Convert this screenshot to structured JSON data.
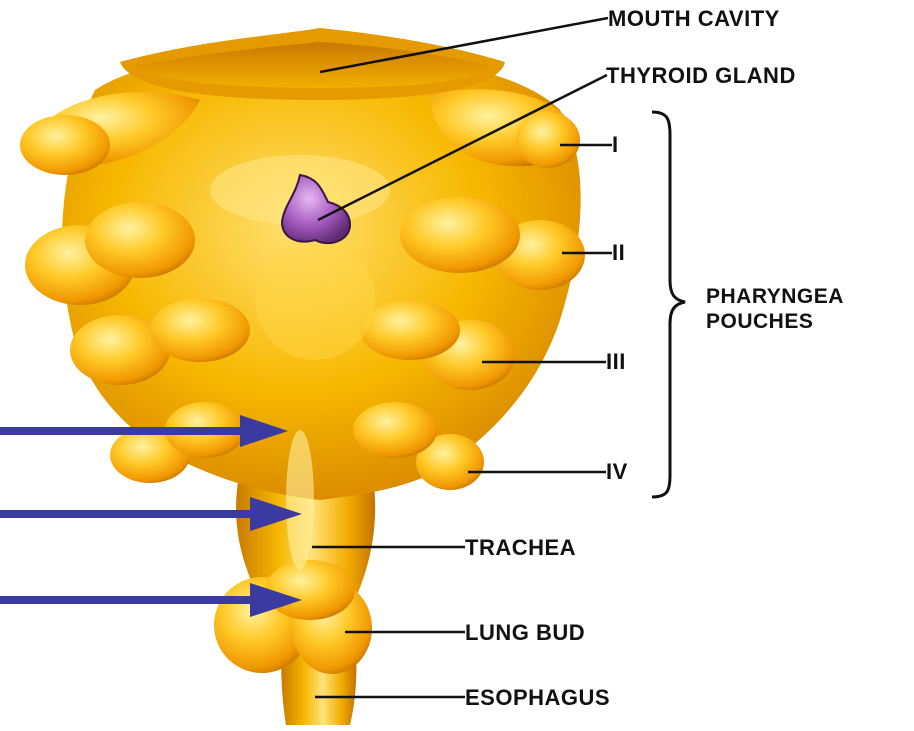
{
  "labels": {
    "mouth_cavity": "MOUTH CAVITY",
    "thyroid_gland": "THYROID GLAND",
    "pouch_1": "I",
    "pouch_2": "II",
    "pouch_3": "III",
    "pouch_4": "IV",
    "pharyngeal_pouches_line1": "PHARYNGEA",
    "pharyngeal_pouches_line2": "POUCHES",
    "trachea": "TRACHEA",
    "lung_bud": "LUNG BUD",
    "esophagus": "ESOPHAGUS"
  },
  "colors": {
    "tissue_base": "#f2a800",
    "tissue_highlight": "#ffe47a",
    "tissue_shadow": "#b86a00",
    "thyroid": "#9b4fb0",
    "arrow": "#3a3aa0",
    "leader_line": "#111111"
  },
  "annotation_arrows": 3
}
